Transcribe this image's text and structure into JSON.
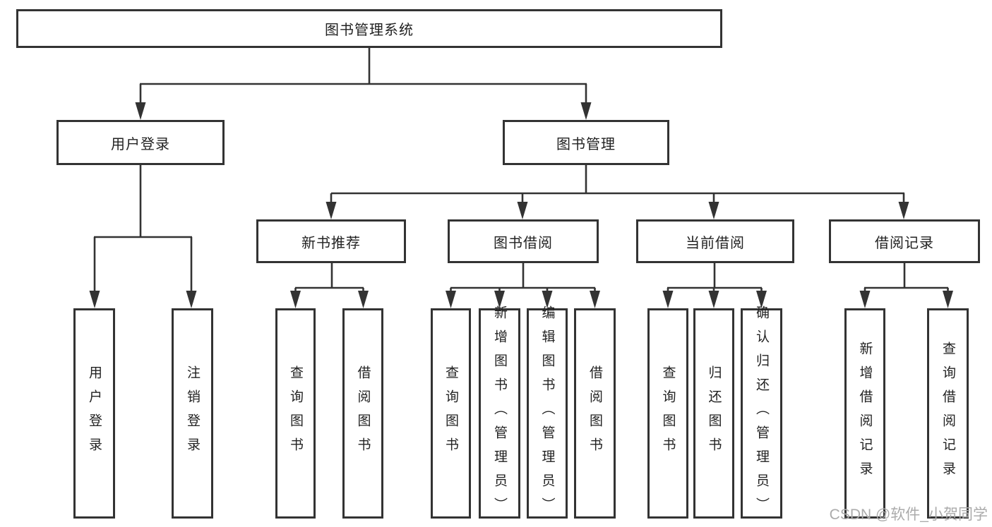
{
  "diagram": {
    "title": "图书管理系统",
    "type": "hierarchy-diagram"
  },
  "nodes": {
    "root": {
      "label": "图书管理系统"
    },
    "user_login": {
      "label": "用户登录"
    },
    "book_mgmt": {
      "label": "图书管理"
    },
    "new_book_rec": {
      "label": "新书推荐"
    },
    "book_borrow": {
      "label": "图书借阅"
    },
    "current_borrow": {
      "label": "当前借阅"
    },
    "borrow_records": {
      "label": "借阅记录"
    },
    "leaf_user_login": {
      "label": "用户登录"
    },
    "leaf_logout": {
      "label": "注销登录"
    },
    "leaf_rec_query_books": {
      "label": "查询图书"
    },
    "leaf_rec_borrow_books": {
      "label": "借阅图书"
    },
    "leaf_bor_query_books": {
      "label": "查询图书"
    },
    "leaf_bor_add_books": {
      "label": "新增图书（管理员）"
    },
    "leaf_bor_edit_books": {
      "label": "编辑图书（管理员）"
    },
    "leaf_bor_borrow_books": {
      "label": "借阅图书"
    },
    "leaf_cur_query_books": {
      "label": "查询图书"
    },
    "leaf_cur_return_books": {
      "label": "归还图书"
    },
    "leaf_cur_confirm_return": {
      "label": "确认归还（管理员）"
    },
    "leaf_log_add_record": {
      "label": "新增借阅记录"
    },
    "leaf_log_query_record": {
      "label": "查询借阅记录"
    }
  },
  "watermark": {
    "text": "CSDN @软件_小贺同学"
  },
  "colors": {
    "line": "#333333",
    "box_border": "#333333",
    "text": "#222222",
    "background": "#ffffff",
    "watermark": "#ababab"
  }
}
